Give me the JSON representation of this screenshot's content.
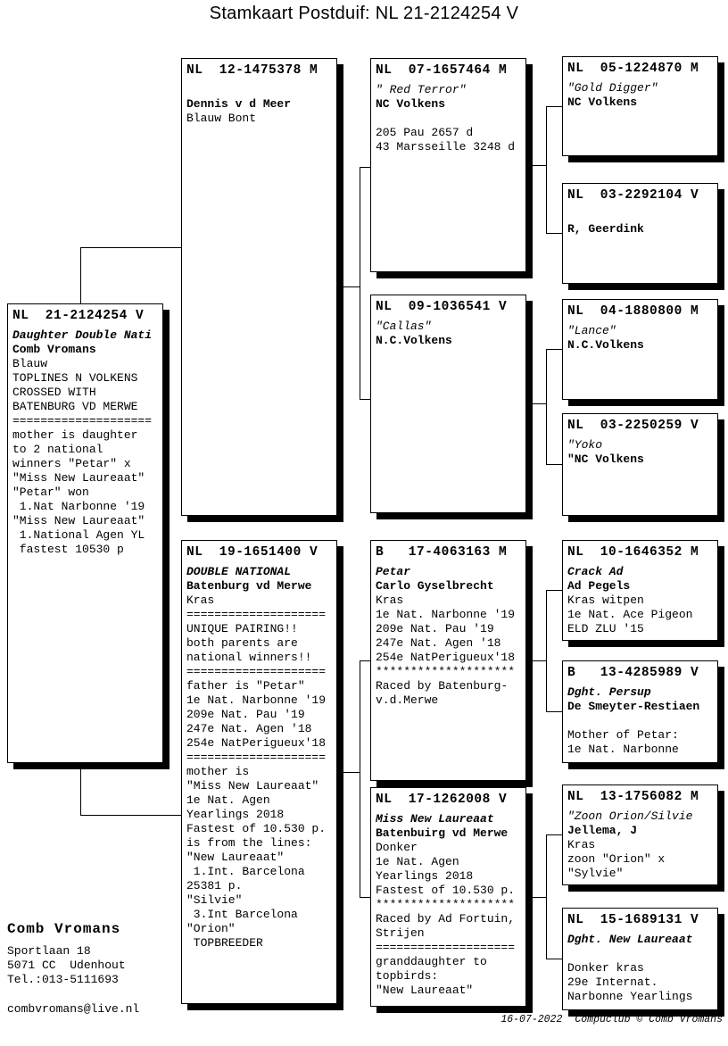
{
  "title": "Stamkaart Postduif: NL  21-2124254 V",
  "boxes": {
    "subject": {
      "ring": "NL  21-2124254 V",
      "lines": [
        {
          "t": "Daughter Double Nati",
          "s": "bi"
        },
        {
          "t": "Comb Vromans",
          "s": "b"
        },
        {
          "t": "Blauw",
          "s": "n"
        },
        {
          "t": "TOPLINES N VOLKENS",
          "s": "n"
        },
        {
          "t": "CROSSED WITH",
          "s": "n"
        },
        {
          "t": "BATENBURG VD MERWE",
          "s": "n"
        },
        {
          "t": "====================",
          "s": "n"
        },
        {
          "t": "mother is daughter",
          "s": "n"
        },
        {
          "t": "to 2 national",
          "s": "n"
        },
        {
          "t": "winners \"Petar\" x",
          "s": "n"
        },
        {
          "t": "\"Miss New Laureaat\"",
          "s": "n"
        },
        {
          "t": "\"Petar\" won",
          "s": "n"
        },
        {
          "t": " 1.Nat Narbonne '19",
          "s": "n"
        },
        {
          "t": "\"Miss New Laureaat\"",
          "s": "n"
        },
        {
          "t": " 1.National Agen YL",
          "s": "n"
        },
        {
          "t": " fastest 10530 p",
          "s": "n"
        }
      ]
    },
    "father": {
      "ring": "NL  12-1475378 M",
      "lines": [
        {
          "t": "",
          "s": "n"
        },
        {
          "t": "Dennis v d Meer",
          "s": "b"
        },
        {
          "t": "Blauw Bont",
          "s": "n"
        }
      ]
    },
    "mother": {
      "ring": "NL  19-1651400 V",
      "lines": [
        {
          "t": "DOUBLE NATIONAL",
          "s": "bi"
        },
        {
          "t": "Batenburg vd Merwe",
          "s": "b"
        },
        {
          "t": "Kras",
          "s": "n"
        },
        {
          "t": "====================",
          "s": "n"
        },
        {
          "t": "UNIQUE PAIRING!!",
          "s": "n"
        },
        {
          "t": "both parents are",
          "s": "n"
        },
        {
          "t": "national winners!!",
          "s": "n"
        },
        {
          "t": "====================",
          "s": "n"
        },
        {
          "t": "father is \"Petar\"",
          "s": "n"
        },
        {
          "t": "1e Nat. Narbonne '19",
          "s": "n"
        },
        {
          "t": "209e Nat. Pau '19",
          "s": "n"
        },
        {
          "t": "247e Nat. Agen '18",
          "s": "n"
        },
        {
          "t": "254e NatPerigueux'18",
          "s": "n"
        },
        {
          "t": "====================",
          "s": "n"
        },
        {
          "t": "mother is",
          "s": "n"
        },
        {
          "t": "\"Miss New Laureaat\"",
          "s": "n"
        },
        {
          "t": "1e Nat. Agen",
          "s": "n"
        },
        {
          "t": "Yearlings 2018",
          "s": "n"
        },
        {
          "t": "Fastest of 10.530 p.",
          "s": "n"
        },
        {
          "t": "is from the lines:",
          "s": "n"
        },
        {
          "t": "\"New Laureaat\"",
          "s": "n"
        },
        {
          "t": " 1.Int. Barcelona",
          "s": "n"
        },
        {
          "t": "25381 p.",
          "s": "n"
        },
        {
          "t": "\"Silvie\"",
          "s": "n"
        },
        {
          "t": " 3.Int Barcelona",
          "s": "n"
        },
        {
          "t": "\"Orion\"",
          "s": "n"
        },
        {
          "t": " TOPBREEDER",
          "s": "n"
        }
      ]
    },
    "gp1": {
      "ring": "NL  07-1657464 M",
      "lines": [
        {
          "t": "\" Red Terror\"",
          "s": "i"
        },
        {
          "t": "NC Volkens",
          "s": "b"
        },
        {
          "t": "",
          "s": "n"
        },
        {
          "t": "205 Pau 2657 d",
          "s": "n"
        },
        {
          "t": "43 Marsseille 3248 d",
          "s": "n"
        }
      ]
    },
    "gp2": {
      "ring": "NL  09-1036541 V",
      "lines": [
        {
          "t": "\"Callas\"",
          "s": "i"
        },
        {
          "t": "N.C.Volkens",
          "s": "b"
        }
      ]
    },
    "gp3": {
      "ring": "B   17-4063163 M",
      "lines": [
        {
          "t": "Petar",
          "s": "bi"
        },
        {
          "t": "Carlo Gyselbrecht",
          "s": "b"
        },
        {
          "t": "Kras",
          "s": "n"
        },
        {
          "t": "1e Nat. Narbonne '19",
          "s": "n"
        },
        {
          "t": "209e Nat. Pau '19",
          "s": "n"
        },
        {
          "t": "247e Nat. Agen '18",
          "s": "n"
        },
        {
          "t": "254e NatPerigueux'18",
          "s": "n"
        },
        {
          "t": "********************",
          "s": "n"
        },
        {
          "t": "Raced by Batenburg-",
          "s": "n"
        },
        {
          "t": "v.d.Merwe",
          "s": "n"
        }
      ]
    },
    "gp4": {
      "ring": "NL  17-1262008 V",
      "lines": [
        {
          "t": "Miss New Laureaat",
          "s": "bi"
        },
        {
          "t": "Batenbuirg vd Merwe",
          "s": "b"
        },
        {
          "t": "Donker",
          "s": "n"
        },
        {
          "t": "1e Nat. Agen",
          "s": "n"
        },
        {
          "t": "Yearlings 2018",
          "s": "n"
        },
        {
          "t": "Fastest of 10.530 p.",
          "s": "n"
        },
        {
          "t": "********************",
          "s": "n"
        },
        {
          "t": "Raced by Ad Fortuin,",
          "s": "n"
        },
        {
          "t": "Strijen",
          "s": "n"
        },
        {
          "t": "====================",
          "s": "n"
        },
        {
          "t": "granddaughter to",
          "s": "n"
        },
        {
          "t": "topbirds:",
          "s": "n"
        },
        {
          "t": "\"New Laureaat\"",
          "s": "n"
        }
      ]
    },
    "ggp1": {
      "ring": "NL  05-1224870 M",
      "lines": [
        {
          "t": "\"Gold Digger\"",
          "s": "i"
        },
        {
          "t": "NC Volkens",
          "s": "b"
        }
      ]
    },
    "ggp2": {
      "ring": "NL  03-2292104 V",
      "lines": [
        {
          "t": "",
          "s": "n"
        },
        {
          "t": "R, Geerdink",
          "s": "b"
        }
      ]
    },
    "ggp3": {
      "ring": "NL  04-1880800 M",
      "lines": [
        {
          "t": "\"Lance\"",
          "s": "i"
        },
        {
          "t": "N.C.Volkens",
          "s": "b"
        }
      ]
    },
    "ggp4": {
      "ring": "NL  03-2250259 V",
      "lines": [
        {
          "t": "\"Yoko",
          "s": "i"
        },
        {
          "t": "\"NC Volkens",
          "s": "b"
        }
      ]
    },
    "ggp5": {
      "ring": "NL  10-1646352 M",
      "lines": [
        {
          "t": "Crack Ad",
          "s": "bi"
        },
        {
          "t": "Ad Pegels",
          "s": "b"
        },
        {
          "t": "Kras witpen",
          "s": "n"
        },
        {
          "t": "1e Nat. Ace Pigeon",
          "s": "n"
        },
        {
          "t": "ELD ZLU '15",
          "s": "n"
        }
      ]
    },
    "ggp6": {
      "ring": "B   13-4285989 V",
      "lines": [
        {
          "t": "Dght. Persup",
          "s": "bi"
        },
        {
          "t": "De Smeyter-Restiaen",
          "s": "b"
        },
        {
          "t": "",
          "s": "n"
        },
        {
          "t": "Mother of Petar:",
          "s": "n"
        },
        {
          "t": "1e Nat. Narbonne",
          "s": "n"
        }
      ]
    },
    "ggp7": {
      "ring": "NL  13-1756082 M",
      "lines": [
        {
          "t": "\"Zoon Orion/Silvie",
          "s": "i"
        },
        {
          "t": "Jellema, J",
          "s": "b"
        },
        {
          "t": "Kras",
          "s": "n"
        },
        {
          "t": "zoon \"Orion\" x",
          "s": "n"
        },
        {
          "t": "\"Sylvie\"",
          "s": "n"
        }
      ]
    },
    "ggp8": {
      "ring": "NL  15-1689131 V",
      "lines": [
        {
          "t": "Dght. New Laureaat",
          "s": "bi"
        },
        {
          "t": "",
          "s": "n"
        },
        {
          "t": "Donker kras",
          "s": "n"
        },
        {
          "t": "29e Internat.",
          "s": "n"
        },
        {
          "t": "Narbonne Yearlings",
          "s": "n"
        }
      ]
    }
  },
  "contact": {
    "name": "Comb Vromans",
    "lines": [
      "Sportlaan 18",
      "5071 CC  Udenhout",
      "Tel.:013-5111693"
    ],
    "email": "combvromans@live.nl"
  },
  "footer": {
    "date": "16-07-2022",
    "credit": "Compuclub © Comb Vromans"
  }
}
